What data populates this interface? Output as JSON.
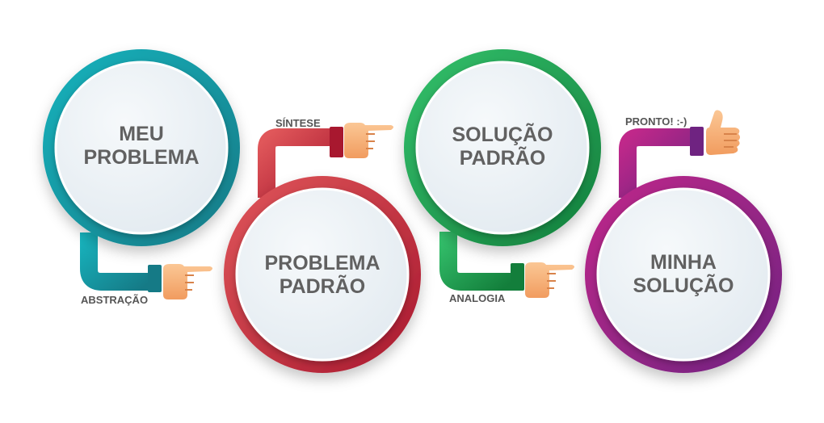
{
  "colors": {
    "teal": "#1a9aa6",
    "red": "#c43a44",
    "green": "#1f9a4e",
    "purple": "#8f2b88",
    "hand": "#f6b27c",
    "circle_fill": "#eef3f7",
    "text": "#616161"
  },
  "nodes": [
    {
      "id": "meu-problema",
      "line1": "MEU",
      "line2": "PROBLEMA",
      "color": "teal"
    },
    {
      "id": "problema-padrao",
      "line1": "PROBLEMA",
      "line2": "PADRÃO",
      "color": "red"
    },
    {
      "id": "solucao-padrao",
      "line1": "SOLUÇÃO",
      "line2": "PADRÃO",
      "color": "green"
    },
    {
      "id": "minha-solucao",
      "line1": "MINHA",
      "line2": "SOLUÇÃO",
      "color": "purple"
    }
  ],
  "steps": [
    {
      "id": "abstracao",
      "label": "ABSTRAÇÃO",
      "color": "teal",
      "hand": "pointing-hand"
    },
    {
      "id": "sintese",
      "label": "SÍNTESE",
      "color": "red",
      "hand": "pointing-hand"
    },
    {
      "id": "analogia",
      "label": "ANALOGIA",
      "color": "green",
      "hand": "pointing-hand"
    },
    {
      "id": "pronto",
      "label": "PRONTO! :-)",
      "color": "purple",
      "hand": "thumbs-up-hand"
    }
  ]
}
